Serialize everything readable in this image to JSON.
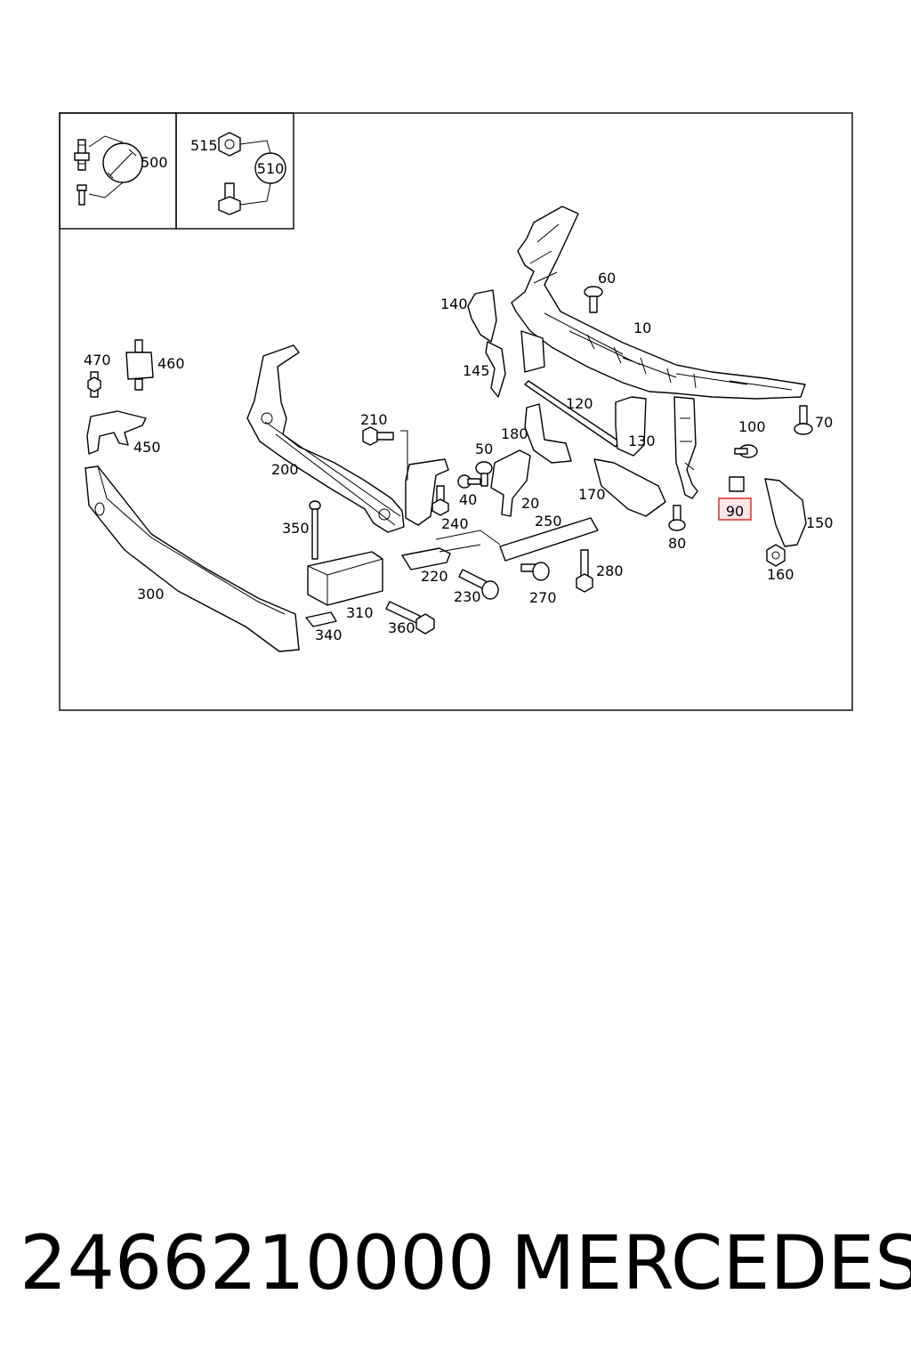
{
  "diagram": {
    "labels": [
      "500",
      "515",
      "510",
      "470",
      "460",
      "450",
      "140",
      "145",
      "60",
      "10",
      "120",
      "130",
      "180",
      "50",
      "40",
      "20",
      "210",
      "200",
      "240",
      "250",
      "170",
      "100",
      "70",
      "90",
      "150",
      "80",
      "160",
      "350",
      "220",
      "230",
      "270",
      "280",
      "310",
      "340",
      "360",
      "300"
    ],
    "highlighted_label": "90",
    "highlight_color": "#e53935",
    "highlight_fill": "#fde6ea"
  },
  "footer": {
    "part_number": "2466210000",
    "brand": "MERCEDES"
  }
}
